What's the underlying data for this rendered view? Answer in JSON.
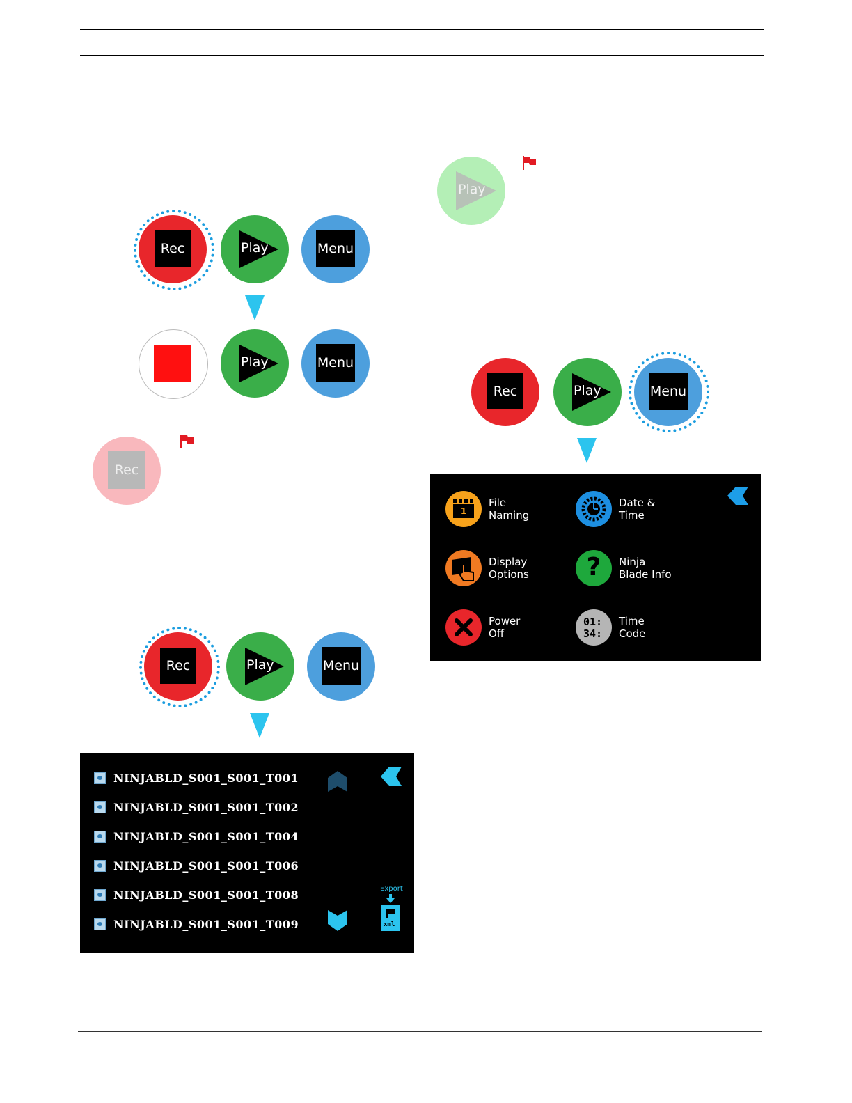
{
  "buttons": {
    "rec": "Rec",
    "play": "Play",
    "menu": "Menu"
  },
  "file_list": {
    "files": [
      "NINJABLD_S001_S001_T001",
      "NINJABLD_S001_S001_T002",
      "NINJABLD_S001_S001_T004",
      "NINJABLD_S001_S001_T006",
      "NINJABLD_S001_S001_T008",
      "NINJABLD_S001_S001_T009"
    ],
    "export_label": "Export",
    "xml_label": "xml"
  },
  "menu_screen": {
    "items": [
      {
        "label": "File Naming",
        "icon": "clapperboard-icon",
        "color": "#f7a21b"
      },
      {
        "label": "Date & Time",
        "icon": "clock-icon",
        "color": "#1d8fe1"
      },
      {
        "label": "Display Options",
        "icon": "touch-display-icon",
        "color": "#f07a22"
      },
      {
        "label": "Ninja Blade Info",
        "icon": "question-icon",
        "color": "#1ea83c"
      },
      {
        "label": "Power Off",
        "icon": "close-x-icon",
        "color": "#e8262b"
      },
      {
        "label": "Time Code",
        "icon": "timecode-icon",
        "color": "#b5b5b5"
      }
    ],
    "clapper_number": "1",
    "timecode_top": "01:",
    "timecode_bottom": "34:"
  },
  "colors": {
    "rec": "#e8262b",
    "play": "#3aae49",
    "menu": "#4d9fdd",
    "accent": "#2cc4ee",
    "flag": "#e21b23"
  }
}
